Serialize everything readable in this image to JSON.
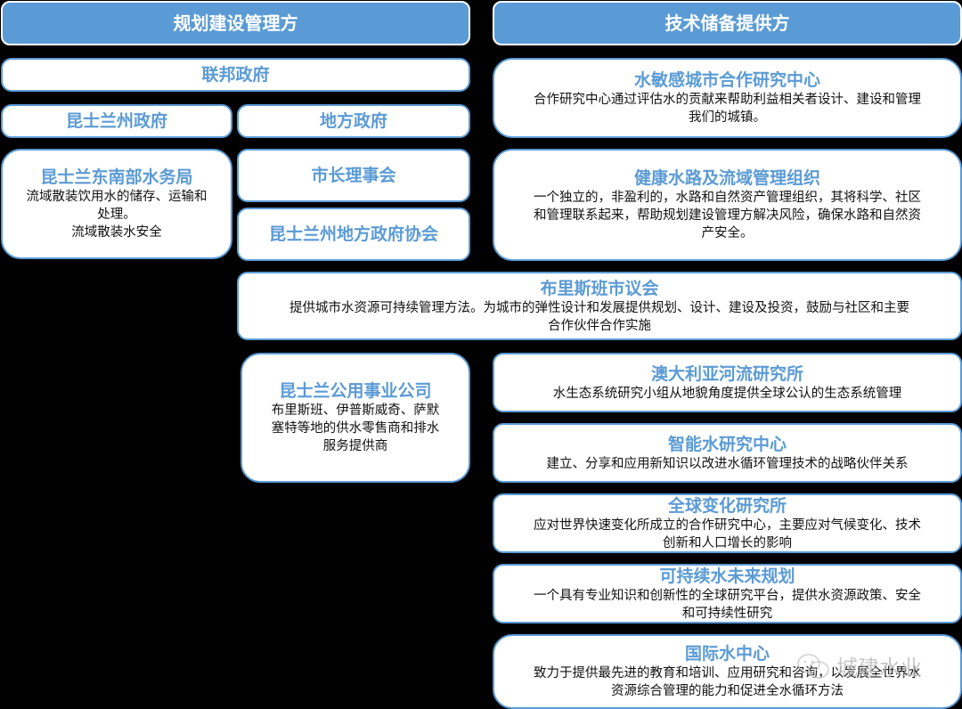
{
  "colors": {
    "accent": "#5b9bd5",
    "background": "#000000",
    "box": "#ffffff",
    "text": "#111111"
  },
  "left_header": "规划建设管理方",
  "right_header": "技术储备提供方",
  "planning": {
    "federal": "联邦政府",
    "state": "昆士兰州政府",
    "local": "地方政府",
    "seqwater": {
      "title": "昆士兰东南部水务局",
      "lines": [
        "流域散装饮用水的储存、运输和",
        "处理。",
        "流域散装水安全"
      ]
    },
    "mayors": "市长理事会",
    "lgaq": "昆士兰州地方政府协会",
    "brisbane": {
      "title": "布里斯班市议会",
      "lines": [
        "提供城市水资源可持续管理方法。为城市的弹性设计和发展提供规划、设计、建设及投资，鼓励与社区和主要",
        "合作伙伴合作实施"
      ]
    },
    "utilities": {
      "title": "昆士兰公用事业公司",
      "lines": [
        "布里斯班、伊普斯威奇、萨默",
        "塞特等地的供水零售商和排水",
        "服务提供商"
      ]
    }
  },
  "technical": {
    "crcwsc": {
      "title": "水敏感城市合作研究中心",
      "lines": [
        "合作研究中心通过评估水的贡献来帮助利益相关者设计、建设和管理",
        "我们的城镇。"
      ]
    },
    "healthy": {
      "title": "健康水路及流域管理组织",
      "lines": [
        "一个独立的，非盈利的，水路和自然资产管理组织，其将科学、社区",
        "和管理联系起来，帮助规划建设管理方解决风险，确保水路和自然资",
        "产安全。"
      ]
    },
    "arri": {
      "title": "澳大利亚河流研究所",
      "lines": [
        "水生态系统研究小组从地貌角度提供全球公认的生态系统管理"
      ]
    },
    "smart": {
      "title": "智能水研究中心",
      "lines": [
        "建立、分享和应用新知识以改进水循环管理技术的战略伙伴关系"
      ]
    },
    "global": {
      "title": "全球变化研究所",
      "lines": [
        "应对世界快速变化所成立的合作研究中心，主要应对气候变化、技术",
        "创新和人口增长的影响"
      ]
    },
    "future": {
      "title": "可持续水未来规划",
      "lines": [
        "一个具有专业知识和创新性的全球研究平台，提供水资源政策、安全",
        "和可持续性研究"
      ]
    },
    "iwc": {
      "title": "国际水中心",
      "lines": [
        "致力于提供最先进的教育和培训、应用研究和咨询，以发展全世界水",
        "资源综合管理的能力和促进全水循环方法"
      ]
    }
  },
  "watermark": {
    "icon": "wechat-icon",
    "text": "城建水业"
  }
}
